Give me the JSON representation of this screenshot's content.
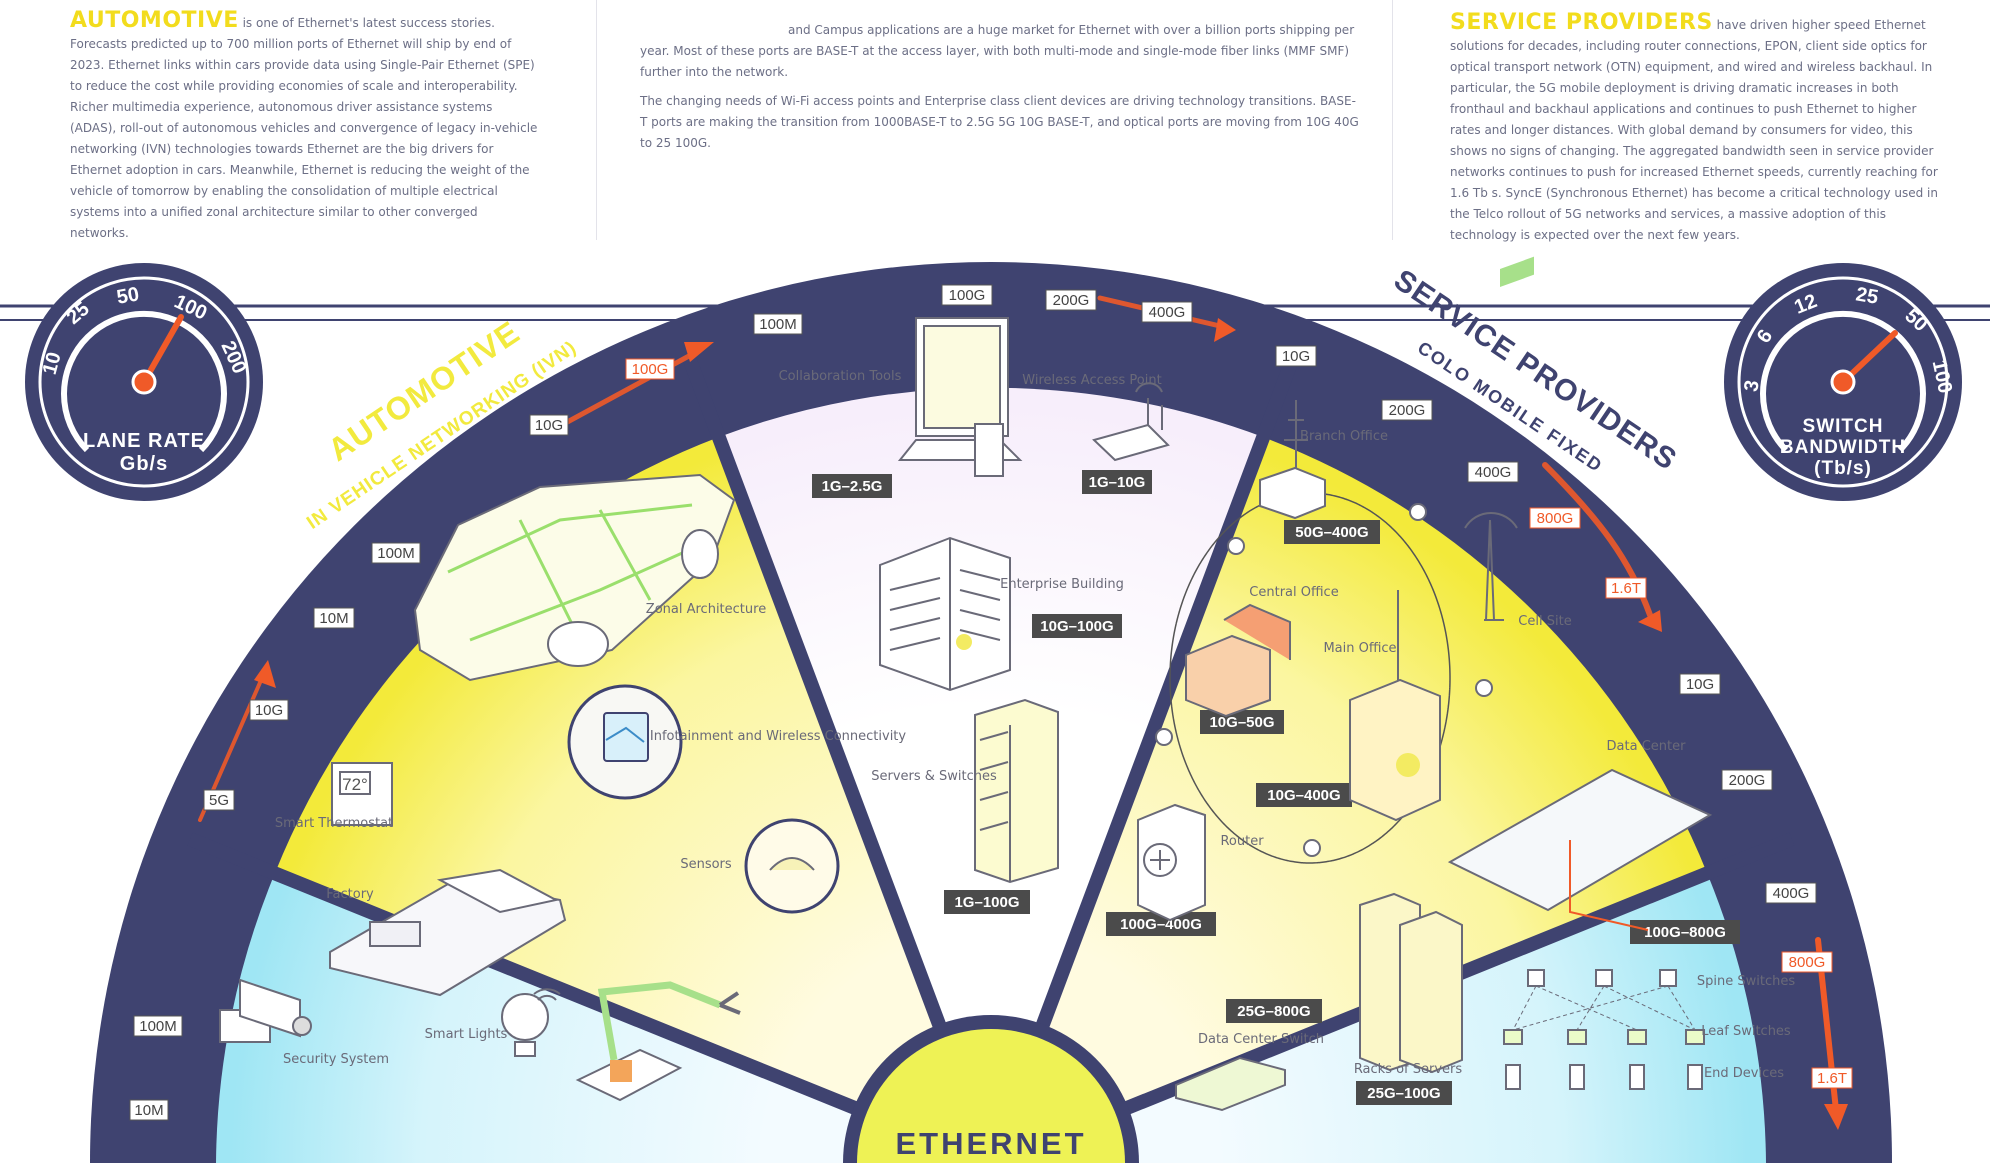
{
  "intro": {
    "automotive": {
      "lead": "AUTOMOTIVE",
      "text": "is one of Ethernet's latest success stories. Forecasts predicted up to 700 million ports of Ethernet will ship by end of 2023. Ethernet links within cars provide data using Single-Pair Ethernet (SPE) to reduce the cost while providing economies of scale and interoperability. Richer multimedia experience, autonomous driver assistance systems (ADAS), roll-out of autonomous vehicles and convergence of legacy in-vehicle networking (IVN) technologies towards Ethernet are the big drivers for Ethernet adoption in cars. Meanwhile, Ethernet is reducing the weight of the vehicle of tomorrow by enabling the consolidation of multiple electrical systems into a unified zonal architecture similar to other converged networks."
    },
    "enterprise": {
      "p1": "and Campus applications are a huge market for Ethernet with over a billion ports shipping per year. Most of these ports are BASE-T at the access layer, with both multi-mode and single-mode fiber links (MMF SMF) further into the network.",
      "p2": "The changing needs of Wi-Fi access points and Enterprise class client devices are driving technology transitions. BASE-T ports are making the transition from 1000BASE-T to 2.5G 5G 10G BASE-T, and optical ports are moving from 10G 40G to 25 100G."
    },
    "service": {
      "lead": "SERVICE PROVIDERS",
      "text": "have driven higher speed Ethernet solutions for decades, including router connections, EPON, client side optics for optical transport network (OTN) equipment, and wired and wireless backhaul. In particular, the 5G mobile deployment is driving dramatic increases in both fronthaul and backhaul applications and continues to push Ethernet to higher rates and longer distances. With global demand by consumers for video, this shows no signs of changing. The aggregated bandwidth seen in service provider networks continues to push for increased Ethernet speeds, currently reaching for 1.6 Tb s. SyncE (Synchronous Ethernet) has become a critical technology used in the Telco rollout of 5G networks and services, a massive adoption of this technology is expected over the next few years."
    }
  },
  "gauges": {
    "lane": {
      "title1": "LANE RATE",
      "title2": "Gb/s",
      "ticks": [
        "10",
        "25",
        "50",
        "100",
        "200"
      ]
    },
    "switch": {
      "title1": "SWITCH",
      "title2": "BANDWIDTH",
      "title3": "(Tb/s)",
      "ticks": [
        "3",
        "6",
        "12",
        "25",
        "50",
        "100"
      ]
    }
  },
  "sectors": {
    "automation": {
      "title": "AUTOMATION",
      "subtitle": "BUILDING AND INDUSTRIAL",
      "speeds": [
        "10M",
        "100M",
        "5G",
        "10G"
      ],
      "labels": {
        "thermostat": "Smart Thermostat",
        "thermostat_value": "72°",
        "factory": "Factory",
        "security": "Security System",
        "lights": "Smart Lights"
      }
    },
    "automotive": {
      "title": "AUTOMOTIVE",
      "subtitle": "IN VEHICLE NETWORKING (IVN)",
      "speeds": [
        "10M",
        "100M",
        "10G",
        "100G"
      ],
      "labels": {
        "zonal": "Zonal Architecture",
        "infotainment": "Infotainment and Wireless Connectivity",
        "sensors": "Sensors"
      }
    },
    "enterprise": {
      "title": "ENTERPRISE",
      "subtitle": "CAMPUS AND BRANCH",
      "speeds": [
        "100M",
        "100G",
        "200G",
        "400G"
      ],
      "labels": {
        "collab": "Collaboration Tools",
        "wap": "Wireless Access Point",
        "building": "Enterprise Building",
        "servers": "Servers & Switches"
      },
      "badges": [
        "1G–2.5G",
        "1G–10G",
        "10G–100G",
        "1G–100G"
      ]
    },
    "service": {
      "title": "SERVICE PROVIDERS",
      "subtitle": "COLO  MOBILE  FIXED",
      "speeds": [
        "10G",
        "200G",
        "400G",
        "800G",
        "1.6T"
      ],
      "labels": {
        "branch": "Branch Office",
        "central": "Central Office",
        "main": "Main Office",
        "cell": "Cell Site",
        "router": "Router"
      },
      "badges": [
        "50G–400G",
        "10G–50G",
        "10G–400G",
        "100G–400G"
      ]
    },
    "cloud": {
      "title": "CLOUD PROVIDERS",
      "subtitle": "HYPERSCALE DATA CENTER",
      "speeds": [
        "10G",
        "200G",
        "400G",
        "800G",
        "1.6T"
      ],
      "labels": {
        "dc": "Data Center",
        "spine": "Spine Switches",
        "leaf": "Leaf Switches",
        "end": "End Devices",
        "dcswitch": "Data Center Switch",
        "racks": "Racks of Servers"
      },
      "badges": [
        "100G–800G",
        "25G–800G",
        "25G–100G"
      ]
    }
  },
  "center": {
    "label": "ETHERNET"
  },
  "colors": {
    "navy": "#3f4370",
    "yellow": "#f2ea3e",
    "cyan": "#a8e9f5",
    "arrow": "#f05a28",
    "tag": "#4b4b4b"
  }
}
